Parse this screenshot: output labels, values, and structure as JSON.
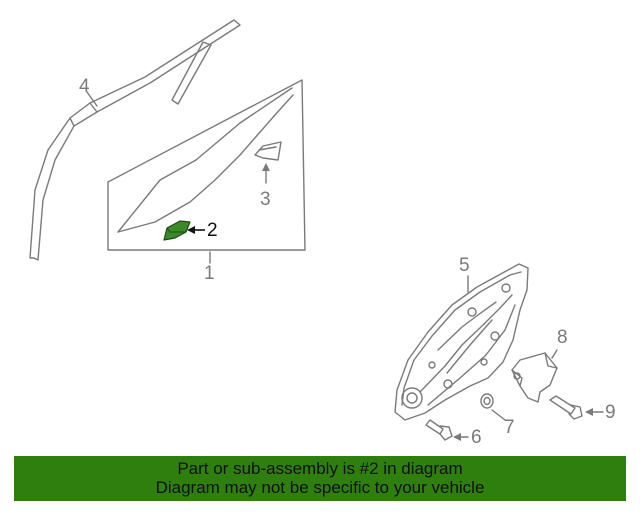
{
  "callouts": {
    "c1": "1",
    "c2": "2",
    "c3": "3",
    "c4": "4",
    "c5": "5",
    "c6": "6",
    "c7": "7",
    "c8": "8",
    "c9": "9"
  },
  "highlight": {
    "part_number": "2",
    "color": "#3a8a2a"
  },
  "banner": {
    "line1": "Part or sub-assembly is #2 in diagram",
    "line2": "Diagram may not be specific to your vehicle",
    "background": "#2f7f0f"
  }
}
